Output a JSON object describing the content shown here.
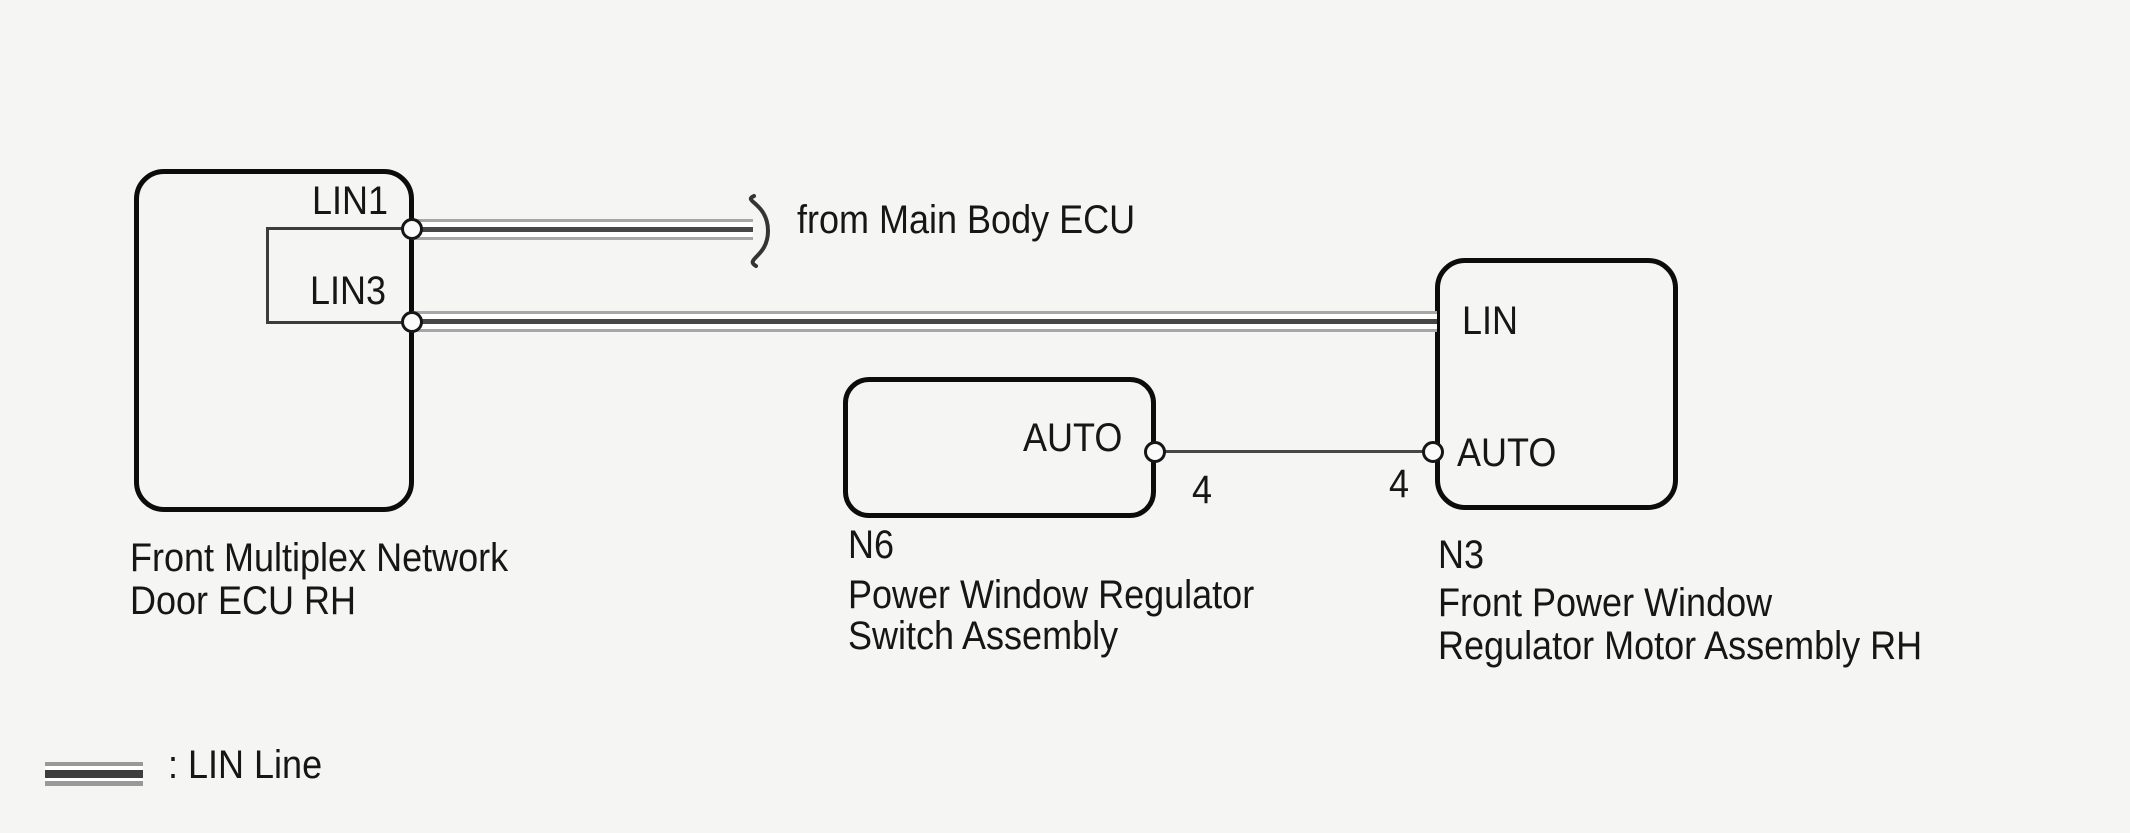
{
  "diagram": {
    "nodes": {
      "front_multiplex": {
        "pins": {
          "lin1": "LIN1",
          "lin3": "LIN3"
        },
        "name_lines": [
          "Front Multiplex Network",
          "Door ECU RH"
        ]
      },
      "switch_assembly": {
        "code": "N6",
        "pins": {
          "auto": "AUTO"
        },
        "pin_number": "4",
        "name_lines": [
          "Power Window Regulator",
          "Switch Assembly"
        ]
      },
      "motor_assembly": {
        "code": "N3",
        "pins": {
          "lin": "LIN",
          "auto": "AUTO"
        },
        "pin_number": "4",
        "name_lines": [
          "Front Power Window",
          "Regulator Motor Assembly RH"
        ]
      }
    },
    "external_link": {
      "label": "from Main Body ECU"
    },
    "legend": {
      "label": ": LIN Line",
      "symbol": "lin-line-swatch"
    },
    "colors": {
      "background": "#f5f5f3",
      "box_border": "#0c0c0c",
      "lin_line_dark": "#474747",
      "lin_line_gray": "#a7a7a7",
      "text": "#161616"
    }
  }
}
